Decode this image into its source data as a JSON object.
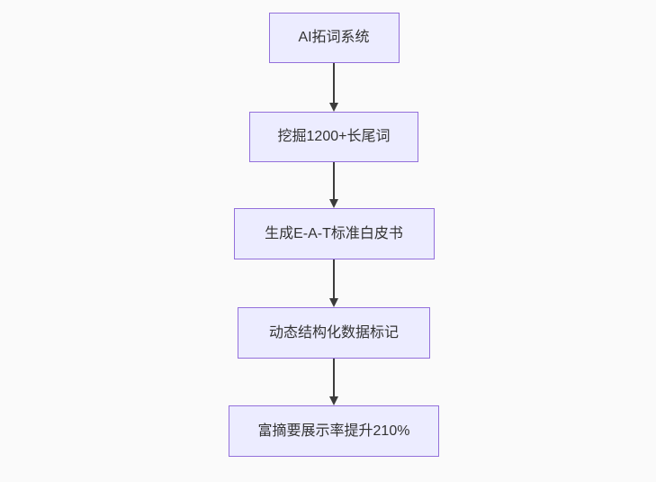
{
  "flowchart": {
    "type": "flowchart-vertical",
    "nodes": [
      {
        "label": "AI拓词系统"
      },
      {
        "label": "挖掘1200+长尾词"
      },
      {
        "label": "生成E-A-T标准白皮书"
      },
      {
        "label": "动态结构化数据标记"
      },
      {
        "label": "富摘要展示率提升210%"
      }
    ],
    "edges": [
      {
        "from": 0,
        "to": 1,
        "arrow": "down"
      },
      {
        "from": 1,
        "to": 2,
        "arrow": "down"
      },
      {
        "from": 2,
        "to": 3,
        "arrow": "down"
      },
      {
        "from": 3,
        "to": 4,
        "arrow": "down"
      }
    ],
    "colors": {
      "background": "#fafafa",
      "node_fill": "#ececff",
      "node_border": "#9370db",
      "text": "#333333",
      "edge": "#3b3b3b"
    }
  }
}
